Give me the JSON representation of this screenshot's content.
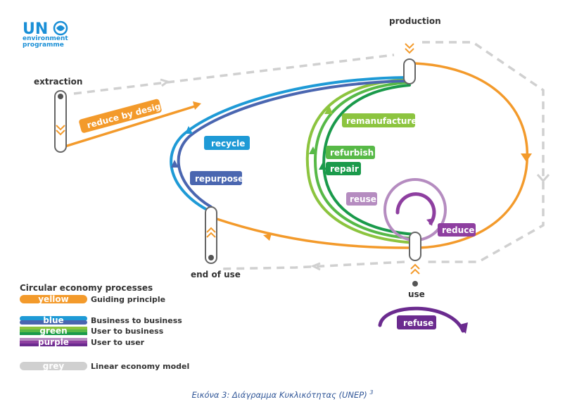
{
  "logo": {
    "un": "UN",
    "line1": "environment",
    "line2": "programme"
  },
  "stages": {
    "production": "production",
    "extraction": "extraction",
    "end_of_use": "end of use",
    "use": "use"
  },
  "processes": {
    "reduce_by_design": "reduce by design",
    "recycle": "recycle",
    "repurpose": "repurpose",
    "remanufacture": "remanufacture",
    "refurbish": "refurbish",
    "repair": "repair",
    "reuse": "reuse",
    "reduce": "reduce",
    "refuse": "refuse"
  },
  "legend": {
    "title": "Circular economy processes",
    "items": [
      {
        "swatch": "yellow",
        "label": "Guiding principle"
      },
      {
        "swatch": "blue",
        "label": "Business to business"
      },
      {
        "swatch": "green",
        "label": "User to business"
      },
      {
        "swatch": "purple",
        "label": "User to user"
      },
      {
        "swatch": "grey",
        "label": "Linear economy model"
      }
    ]
  },
  "caption": {
    "text": "Εικόνα 3: Διάγραμμα Κυκλικότητας (UNEP) ",
    "sup": "3"
  },
  "colors": {
    "orange": "#f39a2b",
    "blue_dark": "#4a66b0",
    "blue_light": "#1e9ad6",
    "green_light": "#8cc43f",
    "green": "#57b947",
    "green_dark": "#1a9a4b",
    "purple_light": "#b58cc0",
    "purple": "#8e3fa0",
    "purple_dark": "#6b2b8f",
    "grey": "#d0d0d0",
    "un_blue": "#1a8fd6",
    "dark": "#333333"
  }
}
